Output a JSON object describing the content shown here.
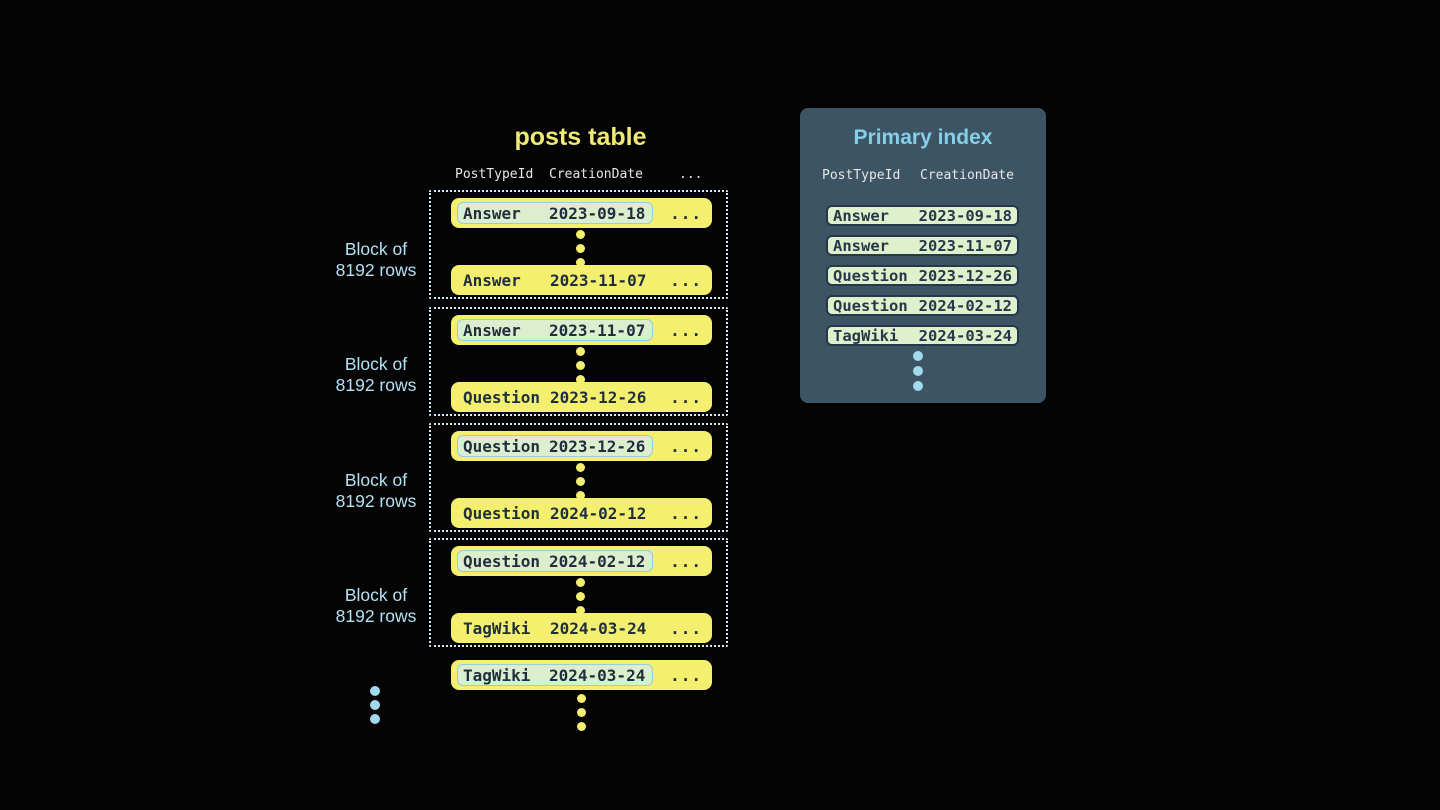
{
  "colors": {
    "bg": "#040405",
    "row-yellow": "#f5ef6f",
    "title-yellow": "#efe975",
    "dark-text": "#1d2f3c",
    "badge-green": "#ddeecf",
    "badge-border": "#8fd0e3",
    "block-border": "#d6ecf4",
    "light-blue": "#b5e1f3",
    "panel-bg": "#3d5465",
    "panel-title": "#86cfe9",
    "pill-bg": "#dff0cc",
    "pill-border": "#24384a",
    "header-text": "#e6e7e8",
    "dot-blue": "#a3d9ec"
  },
  "posts_table": {
    "title": "posts table",
    "headers": [
      "PostTypeId",
      "CreationDate",
      "..."
    ],
    "ellipsis": "...",
    "block_label": {
      "line1": "Block of",
      "line2": "8192 rows"
    },
    "blocks": [
      {
        "first": {
          "type": "Answer",
          "date": "2023-09-18"
        },
        "last": {
          "type": "Answer",
          "date": "2023-11-07"
        }
      },
      {
        "first": {
          "type": "Answer",
          "date": "2023-11-07"
        },
        "last": {
          "type": "Question",
          "date": "2023-12-26"
        }
      },
      {
        "first": {
          "type": "Question",
          "date": "2023-12-26"
        },
        "last": {
          "type": "Question",
          "date": "2024-02-12"
        }
      },
      {
        "first": {
          "type": "Question",
          "date": "2024-02-12"
        },
        "last": {
          "type": "TagWiki",
          "date": "2024-03-24"
        }
      }
    ],
    "trailing_row": {
      "type": "TagWiki",
      "date": "2024-03-24"
    }
  },
  "primary_index": {
    "title": "Primary index",
    "headers": [
      "PostTypeId",
      "CreationDate"
    ],
    "rows": [
      {
        "type": "Answer",
        "date": "2023-09-18"
      },
      {
        "type": "Answer",
        "date": "2023-11-07"
      },
      {
        "type": "Question",
        "date": "2023-12-26"
      },
      {
        "type": "Question",
        "date": "2024-02-12"
      },
      {
        "type": "TagWiki",
        "date": "2024-03-24"
      }
    ]
  }
}
